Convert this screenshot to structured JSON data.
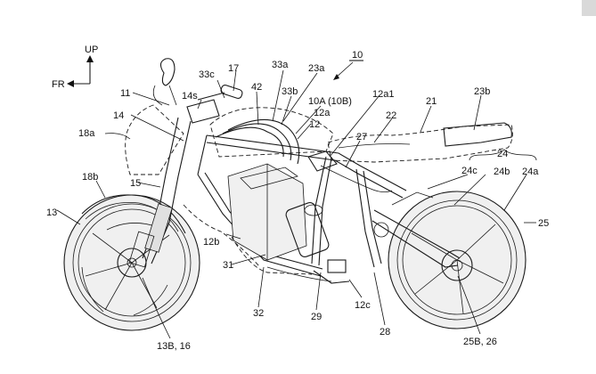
{
  "figure": {
    "ref_main": "10",
    "orientation": {
      "up": "UP",
      "front": "FR"
    },
    "labels": {
      "l10": "10",
      "l11": "11",
      "l12": "12",
      "l12a": "12a",
      "l12a1": "12a1",
      "l12b": "12b",
      "l12c": "12c",
      "l13": "13",
      "l13b16": "13B, 16",
      "l14": "14",
      "l14s": "14s",
      "l15": "15",
      "l17": "17",
      "l18a": "18a",
      "l18b": "18b",
      "l21": "21",
      "l22": "22",
      "l23a": "23a",
      "l23b": "23b",
      "l24": "24",
      "l24a": "24a",
      "l24b": "24b",
      "l24c": "24c",
      "l25": "25",
      "l25b26": "25B, 26",
      "l27": "27",
      "l28": "28",
      "l29": "29",
      "l31": "31",
      "l32": "32",
      "l33a": "33a",
      "l33b": "33b",
      "l33c": "33c",
      "l42": "42",
      "l10a10b": "10A (10B)"
    }
  }
}
